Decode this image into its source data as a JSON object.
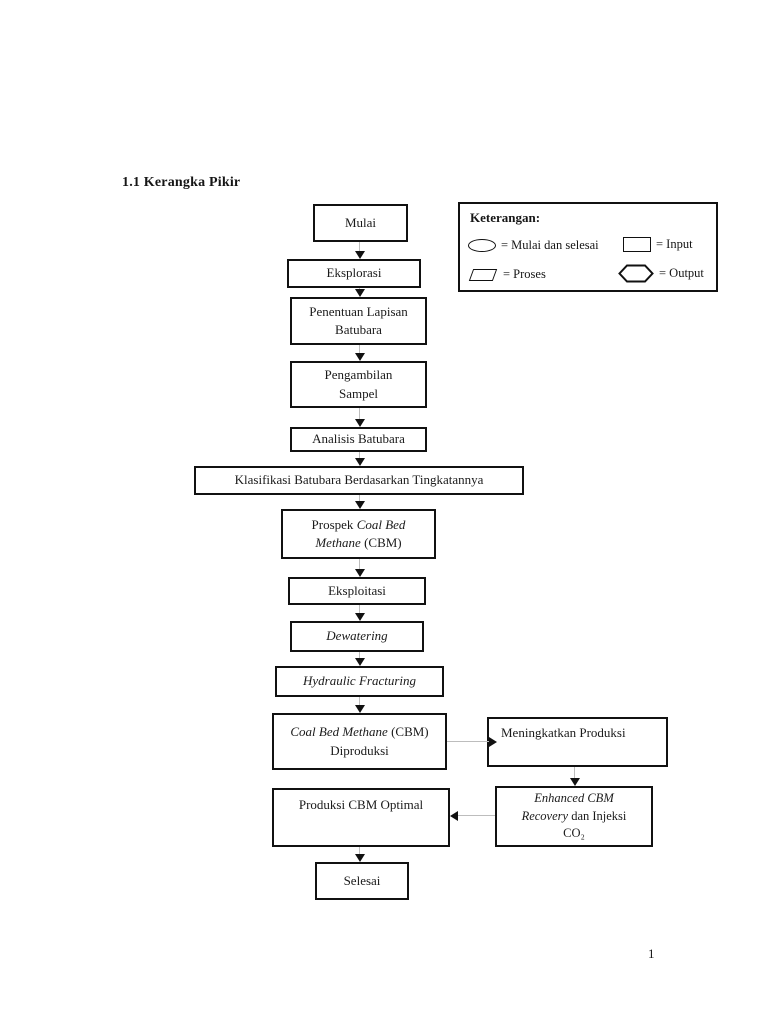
{
  "page": {
    "heading": "1.1 Kerangka Pikir",
    "page_number": "1"
  },
  "legend": {
    "title": "Keterangan:",
    "items": [
      {
        "shape": "ellipse",
        "label": "= Mulai dan selesai"
      },
      {
        "shape": "rectangle",
        "label": "= Input"
      },
      {
        "shape": "parallelogram",
        "label": "= Proses"
      },
      {
        "shape": "hexagon",
        "label": "= Output"
      }
    ]
  },
  "flowchart": {
    "boxes": {
      "mulai": {
        "label": "Mulai"
      },
      "eksplorasi": {
        "label": "Eksplorasi"
      },
      "penentuan": {
        "line1": "Penentuan Lapisan",
        "line2": "Batubara"
      },
      "pengambilan": {
        "line1": "Pengambilan",
        "line2": "Sampel"
      },
      "analisis": {
        "label": "Analisis Batubara"
      },
      "klasifikasi": {
        "label": "Klasifikasi Batubara Berdasarkan Tingkatannya"
      },
      "prospek": {
        "line1_regular": "Prospek ",
        "line1_italic": "Coal Bed",
        "line2_italic": "Methane",
        "line2_regular": " (CBM)"
      },
      "eksploitasi": {
        "label": "Eksploitasi"
      },
      "dewatering": {
        "label": "Dewatering"
      },
      "hydraulic_fracturing": {
        "label": "Hydraulic Fracturing"
      },
      "cbm_diproduksi": {
        "line1_italic": "Coal Bed Methane",
        "line1_regular": " (CBM)",
        "line2": "Diproduksi"
      },
      "meningkatkan_produksi": {
        "label": "Meningkatkan Produksi"
      },
      "produksi_cbm_optimal": {
        "label": "Produksi CBM Optimal"
      },
      "enhanced_cbm": {
        "line1_italic": "Enhanced CBM",
        "line2_italic": "Recovery",
        "line2_regular": " dan Injeksi",
        "line3": "CO₂"
      },
      "selesai": {
        "label": "Selesai"
      }
    }
  }
}
